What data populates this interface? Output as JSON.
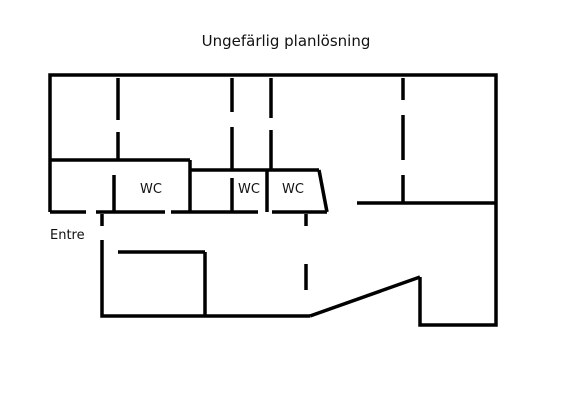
{
  "title": "Ungefärlig planlösning",
  "labels": {
    "wc_1": "WC",
    "wc_2": "WC",
    "wc_3": "WC",
    "entrance": "Entre"
  }
}
